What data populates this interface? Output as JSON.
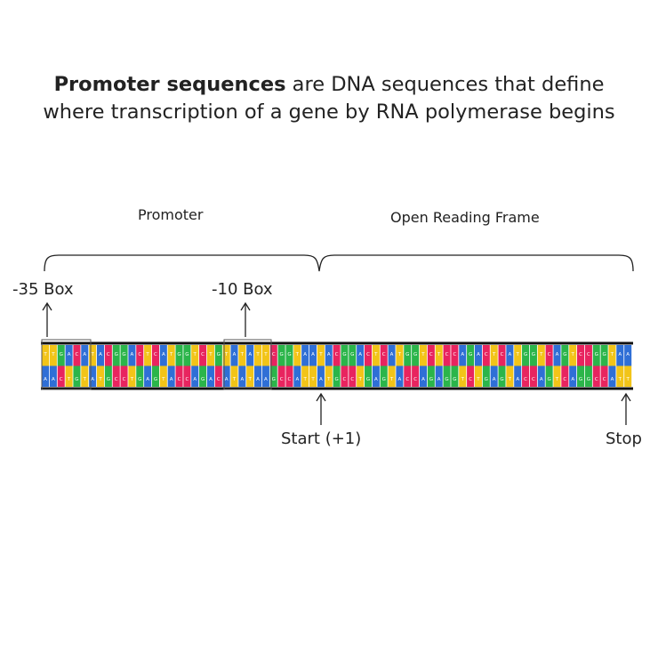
{
  "title": {
    "bold": "Promoter sequences",
    "rest_line1": " are DNA sequences that define",
    "line2": "where transcription of a gene by RNA polymerase begins"
  },
  "labels": {
    "promoter": "Promoter",
    "orf": "Open Reading Frame",
    "box35": "-35 Box",
    "box10": "-10 Box",
    "start": "Start (+1)",
    "stop": "Stop"
  },
  "sequence": {
    "top": "TTGACATACGGACTCATGGTCTGTATATTCGGTAATACGGACTCATGGTCTCCAGACTCATGGTCAGTCCGGTAA",
    "colors": {
      "A": "#2f6fd6",
      "T": "#f2c418",
      "G": "#2bb54a",
      "C": "#e8245f"
    }
  }
}
